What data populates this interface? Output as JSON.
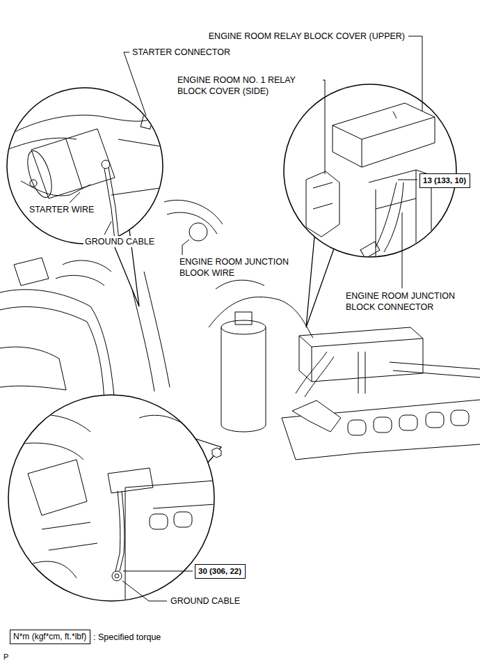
{
  "diagram": {
    "nodes": [
      {
        "text": [
          "13 (133, 10)"
        ]
      },
      {
        "text": [
          "30 (306, 22)"
        ]
      },
      {
        "text": [
          "N*m (kgf*cm, ft.*lbf)"
        ]
      }
    ],
    "labels": [
      "ENGINE ROOM RELAY BLOCK COVER (UPPER)",
      "STARTER CONNECTOR",
      "ENGINE ROOM NO. 1 RELAY BLOCK COVER (SIDE)",
      "STARTER WIRE",
      "GROUND CABLE",
      "ENGINE ROOM JUNCTION BLOOK WIRE",
      "ENGINE ROOM JUNCTION BLOCK CONNECTOR",
      "GROUND CABLE",
      ": Specified torque",
      "P"
    ]
  }
}
